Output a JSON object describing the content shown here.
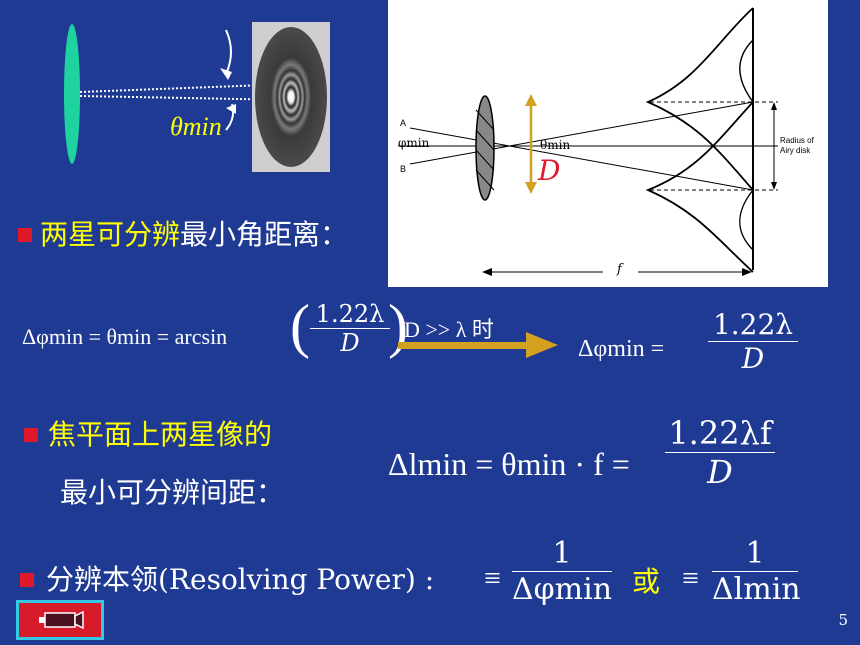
{
  "labels": {
    "theta_min": "θmin",
    "phi_min": "φmin",
    "lens_D": "D",
    "point_A": "A",
    "point_B": "B",
    "radius_label_1": "Radius of",
    "radius_label_2": "Airy disk",
    "focal_f": "f"
  },
  "bullets": {
    "b1_yellow": "两星可分辨",
    "b1_white": "最小角距离：",
    "b2_yellow": "焦平面上两星像的",
    "b2_white": "最小可分辨间距：",
    "b3_text": "分辨本领(Resolving Power) :"
  },
  "eq1": {
    "lhs": "Δφmin = θmin = arcsin",
    "num": "1.22λ",
    "den": "D",
    "condition": "D >> λ 时",
    "rhs_lhs": "Δφmin =",
    "rhs_num": "1.22λ",
    "rhs_den": "D"
  },
  "eq2": {
    "lhs": "Δlmin = θmin · f =",
    "num": "1.22λf",
    "den": "D"
  },
  "eq3": {
    "eq_a": "≡",
    "num_a": "1",
    "den_a": "Δφmin",
    "or": "或",
    "eq_b": "≡",
    "num_b": "1",
    "den_b": "Δlmin"
  },
  "page_number": "5",
  "colors": {
    "background": "#1f3a93",
    "highlight": "#ffff00",
    "bullet": "#e0182a",
    "arrow": "#d4a020",
    "lens_green": "#1ed3a0"
  }
}
